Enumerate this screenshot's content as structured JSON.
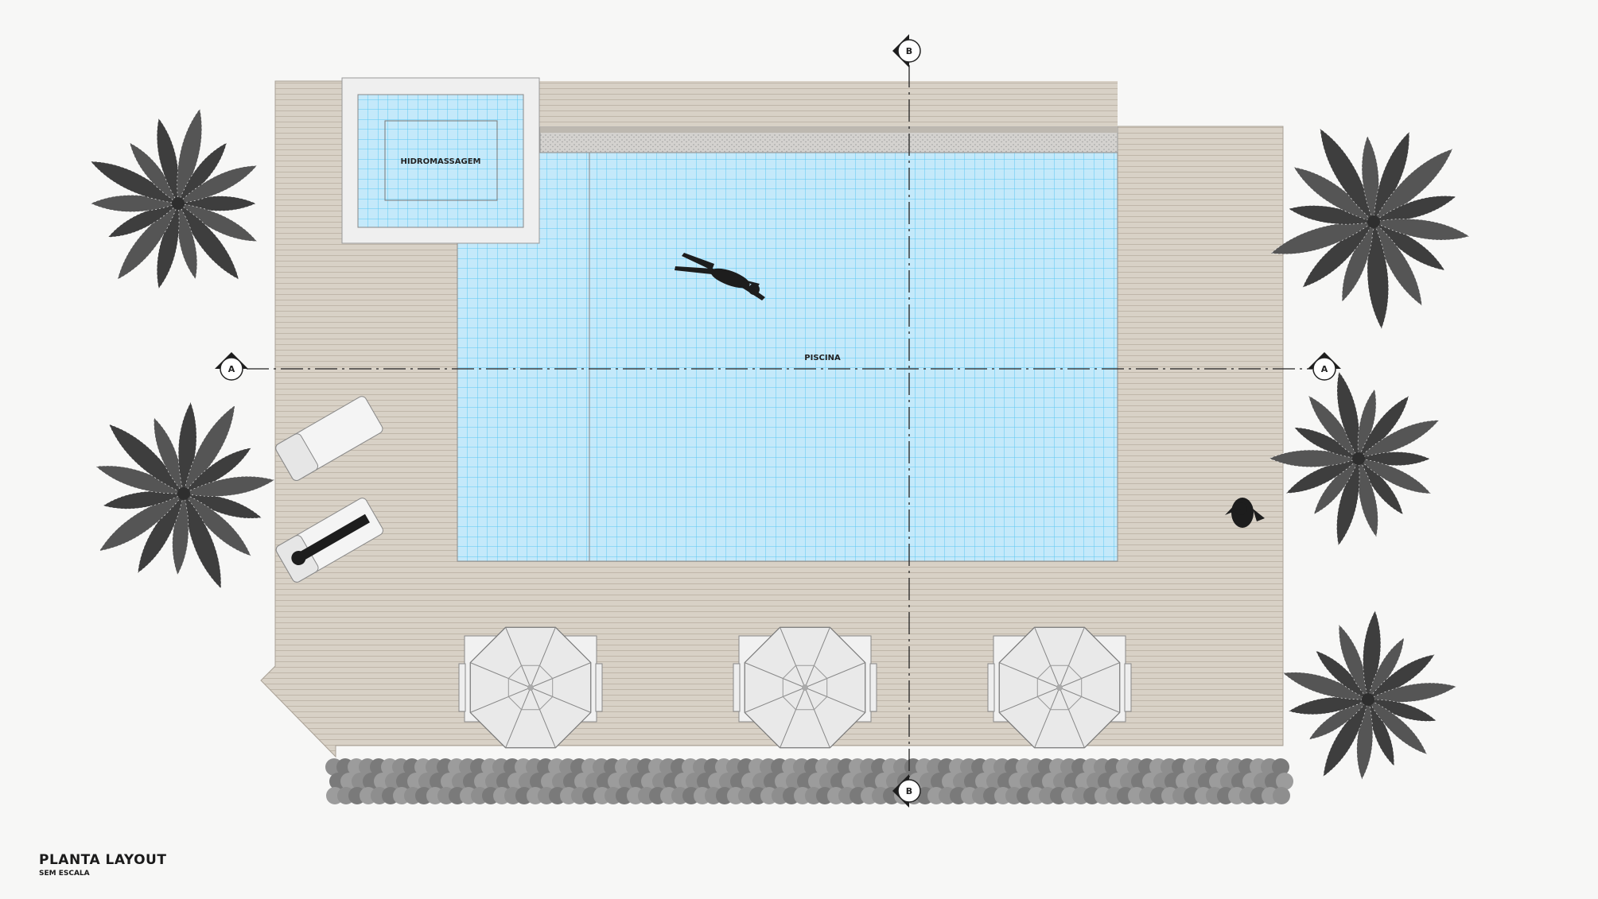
{
  "drawing": {
    "title": "PLANTA LAYOUT",
    "scale_note": "SEM ESCALA"
  },
  "labels": {
    "jacuzzi": "HIDROMASSAGEM",
    "pool": "PISCINA"
  },
  "section_markers": {
    "a": "A",
    "b": "B"
  },
  "colors": {
    "background": "#f7f7f6",
    "deck": "#d8d1c6",
    "water": "#c4e9fa",
    "tile_line": "#4fc2f0",
    "tree": "#4a4a4a",
    "hedge": "#8a8a8a"
  }
}
